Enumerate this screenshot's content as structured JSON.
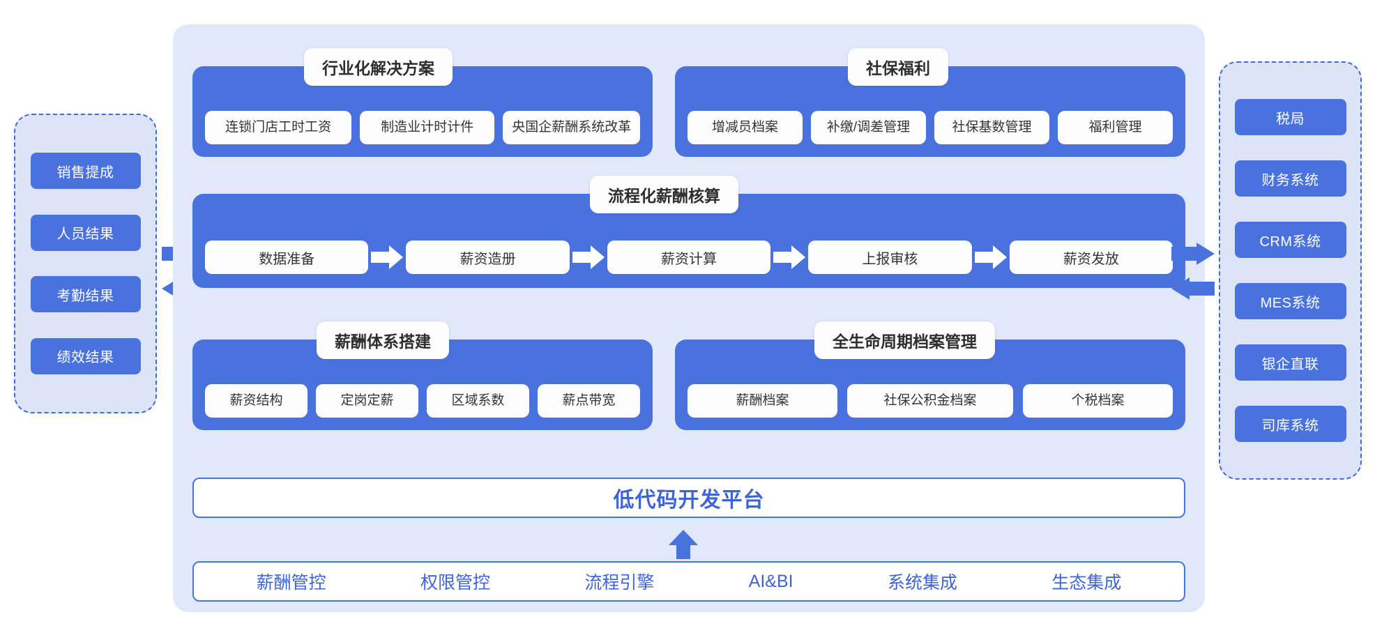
{
  "left_panel": {
    "name": "inputs",
    "items": [
      {
        "label": "销售提成"
      },
      {
        "label": "人员结果"
      },
      {
        "label": "考勤结果"
      },
      {
        "label": "绩效结果"
      }
    ]
  },
  "right_panel": {
    "name": "integrations",
    "items": [
      {
        "label": "税局"
      },
      {
        "label": "财务系统"
      },
      {
        "label": "CRM系统"
      },
      {
        "label": "MES系统"
      },
      {
        "label": "银企直联"
      },
      {
        "label": "司库系统"
      }
    ]
  },
  "sections": {
    "industry": {
      "title": "行业化解决方案",
      "items": [
        "连锁门店工时工资",
        "制造业计时计件",
        "央国企薪酬系统改革"
      ]
    },
    "social_welfare": {
      "title": "社保福利",
      "items": [
        "增减员档案",
        "补缴/调差管理",
        "社保基数管理",
        "福利管理"
      ]
    },
    "payroll_process": {
      "title": "流程化薪酬核算",
      "steps": [
        "数据准备",
        "薪资造册",
        "薪资计算",
        "上报审核",
        "薪资发放"
      ]
    },
    "comp_system": {
      "title": "薪酬体系搭建",
      "items": [
        "薪资结构",
        "定岗定薪",
        "区域系数",
        "薪点带宽"
      ]
    },
    "lifecycle": {
      "title": "全生命周期档案管理",
      "items": [
        "薪酬档案",
        "社保公积金档案",
        "个税档案"
      ]
    }
  },
  "platform": {
    "label": "低代码开发平台"
  },
  "footer": {
    "items": [
      "薪酬管控",
      "权限管控",
      "流程引擎",
      "AI&BI",
      "系统集成",
      "生态集成"
    ]
  },
  "colors": {
    "primary_blue": "#4a72de",
    "deep_blue": "#3f64d6",
    "panel_fill": "#e1e8fa",
    "side_fill": "#dde4f7",
    "white": "#fdfdfd"
  }
}
